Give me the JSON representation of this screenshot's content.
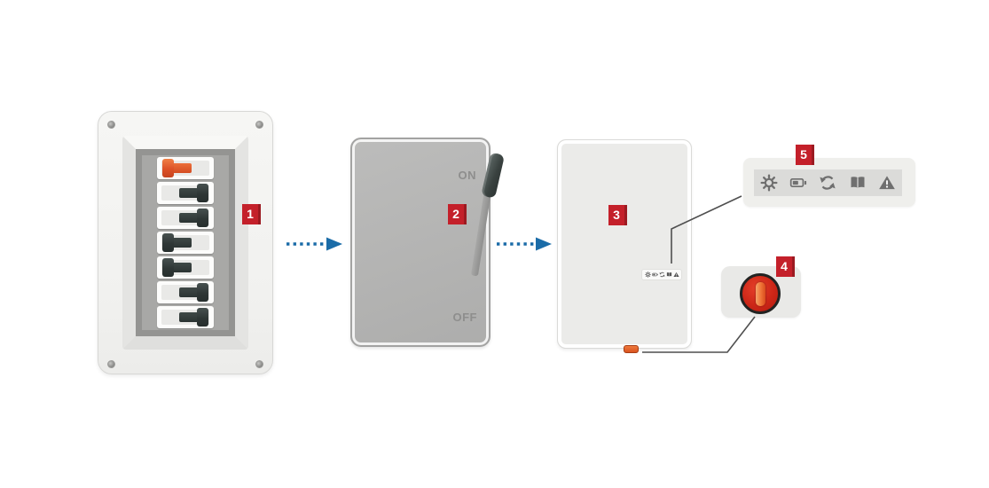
{
  "colors": {
    "accent_red": "#c4202a",
    "accent_red_dark": "#9c1a21",
    "arrow_blue": "#1b6ca8",
    "breaker_orange": "#dd5127",
    "breaker_dark": "#2f3736",
    "knob_red": "#cc2617"
  },
  "step_labels": {
    "s1": "1",
    "s2": "2",
    "s3": "3",
    "s4": "4",
    "s5": "5"
  },
  "disconnect_switch": {
    "on_label": "ON",
    "off_label": "OFF"
  },
  "breaker_panel": {
    "breakers": [
      {
        "color": "orange",
        "side": "left"
      },
      {
        "color": "dark",
        "side": "right"
      },
      {
        "color": "dark",
        "side": "right"
      },
      {
        "color": "dark",
        "side": "left"
      },
      {
        "color": "dark",
        "side": "left"
      },
      {
        "color": "dark",
        "side": "right"
      },
      {
        "color": "dark",
        "side": "right"
      }
    ]
  },
  "status_icons": [
    {
      "name": "gear-icon"
    },
    {
      "name": "battery-icon"
    },
    {
      "name": "sync-icon"
    },
    {
      "name": "manual-icon"
    },
    {
      "name": "warning-icon"
    }
  ]
}
